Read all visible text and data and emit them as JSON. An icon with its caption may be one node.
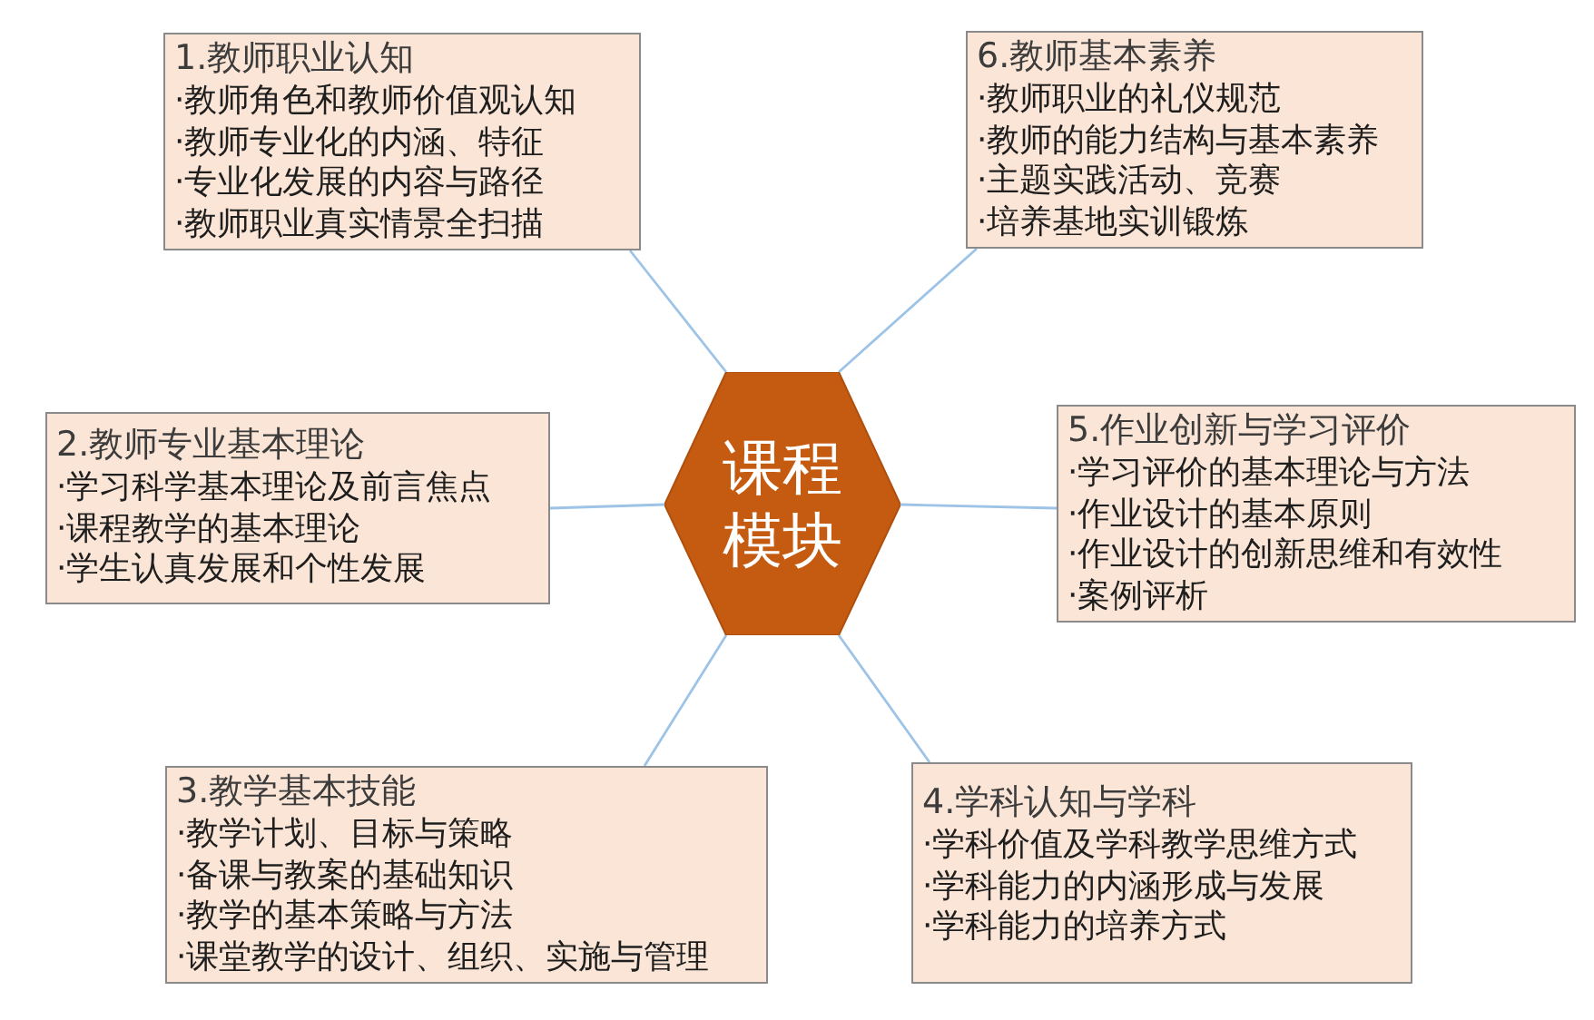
{
  "diagram": {
    "nodes": [
      {
        "text": [
          "1.教师职业认知",
          "·教师角色和教师价值观认知",
          "·教师专业化的内涵、特征",
          "·专业化发展的内容与路径",
          "·教师职业真实情景全扫描"
        ]
      },
      {
        "text": [
          "6.教师基本素养",
          "·教师职业的礼仪规范",
          "·教师的能力结构与基本素养",
          "·主题实践活动、竞赛",
          "·培养基地实训锻炼"
        ]
      },
      {
        "text": [
          "2.教师专业基本理论",
          "·学习科学基本理论及前言焦点",
          "·课程教学的基本理论",
          "·学生认真发展和个性发展"
        ]
      },
      {
        "text": [
          "课程模块"
        ]
      },
      {
        "text": [
          "5.作业创新与学习评价",
          "·学习评价的基本理论与方法",
          "·作业设计的基本原则",
          "·作业设计的创新思维和有效性",
          "·案例评析"
        ]
      },
      {
        "text": [
          "3.教学基本技能",
          "·教学计划、目标与策略",
          "·备课与教案的基础知识",
          "·教学的基本策略与方法",
          "·课堂教学的设计、组织、实施与管理"
        ]
      },
      {
        "text": [
          "4.学科认知与学科",
          "·学科价值及学科教学思维方式",
          "·学科能力的内涵形成与发展",
          "·学科能力的培养方式"
        ]
      }
    ],
    "edges": [
      {
        "from": 3,
        "to": 0,
        "arrow": "none"
      },
      {
        "from": 3,
        "to": 1,
        "arrow": "none"
      },
      {
        "from": 3,
        "to": 2,
        "arrow": "none"
      },
      {
        "from": 3,
        "to": 4,
        "arrow": "none"
      },
      {
        "from": 3,
        "to": 5,
        "arrow": "none"
      },
      {
        "from": 3,
        "to": 6,
        "arrow": "none"
      }
    ]
  }
}
